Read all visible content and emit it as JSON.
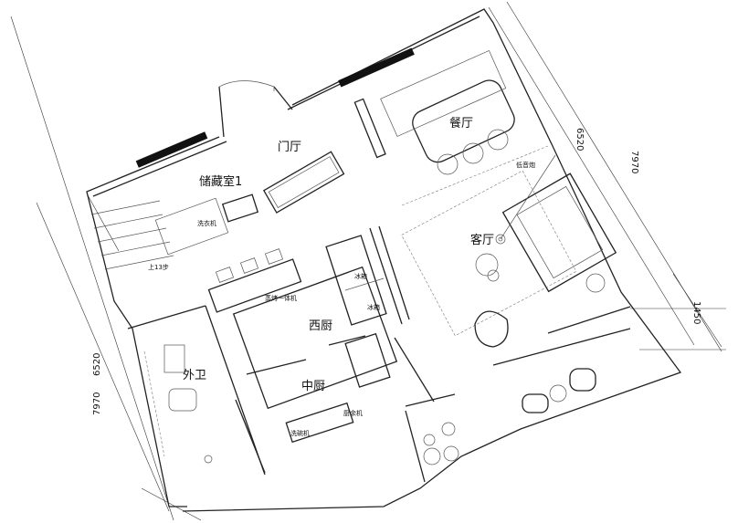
{
  "rooms": {
    "foyer": "门厅",
    "dining": "餐厅",
    "living": "客厅",
    "storage": "储藏室1",
    "western_kitchen": "西厨",
    "chinese_kitchen": "中厨",
    "guest_bath": "外卫"
  },
  "fixtures": {
    "washer": "洗衣机",
    "stair_up": "上13步",
    "oven_combo": "蒸烤一体机",
    "fridge_1": "冰箱",
    "fridge_2": "冰箱",
    "dishwasher": "洗碗机",
    "disposer": "厨余机",
    "lamp": "低音炮"
  },
  "dimensions": {
    "top_right_outer": "7970",
    "top_right_inner": "6520",
    "right_segment": "1450",
    "left_outer": "7970",
    "left_inner": "6520"
  }
}
